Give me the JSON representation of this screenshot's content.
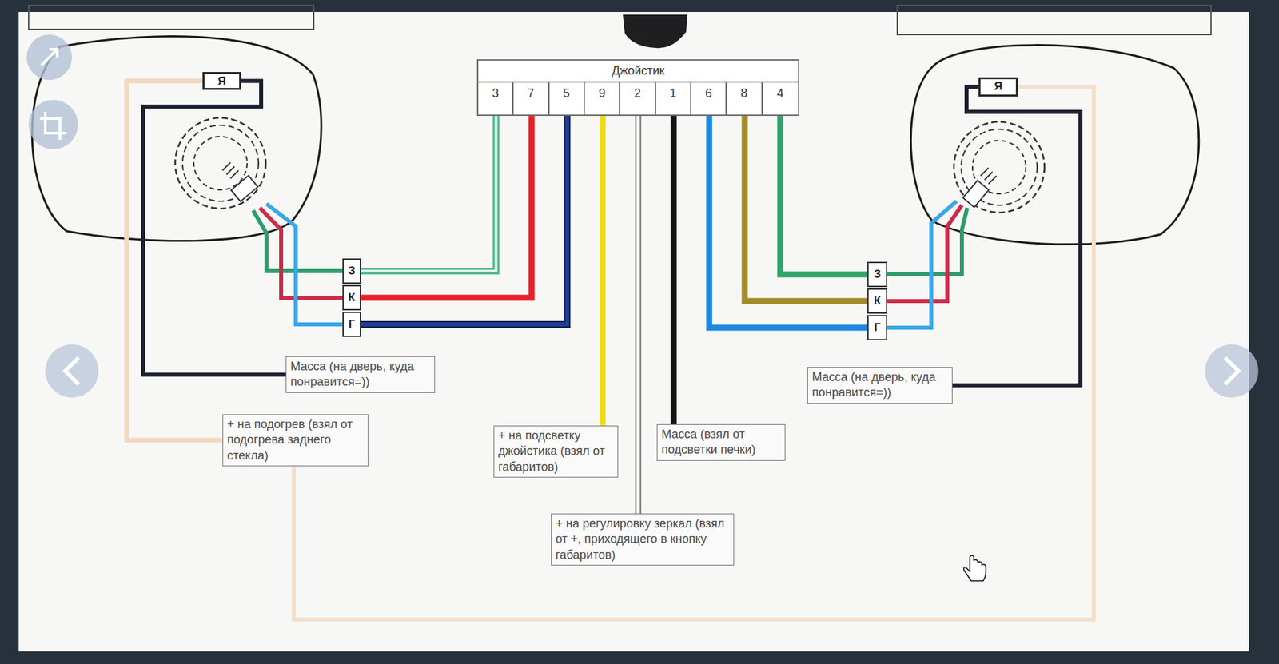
{
  "diagram": {
    "nodes": [
      {
        "text": [
          "Джойстик"
        ]
      },
      {
        "text": [
          "3"
        ],
        "in": 0
      },
      {
        "text": [
          "7"
        ],
        "in": 0
      },
      {
        "text": [
          "5"
        ],
        "in": 0
      },
      {
        "text": [
          "9"
        ],
        "in": 0
      },
      {
        "text": [
          "2"
        ],
        "in": 0
      },
      {
        "text": [
          "1"
        ],
        "in": 0
      },
      {
        "text": [
          "6"
        ],
        "in": 0
      },
      {
        "text": [
          "8"
        ],
        "in": 0
      },
      {
        "text": [
          "4"
        ],
        "in": 0
      },
      {
        "text": [
          "Я"
        ]
      },
      {
        "text": [
          "З"
        ]
      },
      {
        "text": [
          "К"
        ]
      },
      {
        "text": [
          "Г"
        ]
      },
      {
        "text": [
          "Я"
        ]
      },
      {
        "text": [
          "З"
        ]
      },
      {
        "text": [
          "К"
        ]
      },
      {
        "text": [
          "Г"
        ]
      },
      {
        "text": [
          "Масса (на дверь, куда понравится=))"
        ]
      },
      {
        "text": [
          "+ на подогрев (взял от подогрева заднего стекла)"
        ]
      },
      {
        "text": [
          "+ на подсветку джойстика (взял от габаритов)"
        ]
      },
      {
        "text": [
          "Масса (взял от подсветки печки)"
        ]
      },
      {
        "text": [
          "+ на регулировку зеркал (взял от +, приходящего в кнопку габаритов)"
        ]
      },
      {
        "text": [
          "Масса (на дверь, куда понравится=))"
        ]
      }
    ],
    "edges": [
      {
        "from": 1,
        "to": 11,
        "arrow": "none"
      },
      {
        "from": 2,
        "to": 12,
        "arrow": "none"
      },
      {
        "from": 3,
        "to": 13,
        "arrow": "none"
      },
      {
        "from": 4,
        "to": 20,
        "arrow": "none"
      },
      {
        "from": 5,
        "to": 22,
        "arrow": "none"
      },
      {
        "from": 6,
        "to": 21,
        "arrow": "none"
      },
      {
        "from": 7,
        "to": 17,
        "arrow": "none"
      },
      {
        "from": 8,
        "to": 16,
        "arrow": "none"
      },
      {
        "from": 9,
        "to": 15,
        "arrow": "none"
      },
      {
        "from": 10,
        "to": 18,
        "arrow": "none"
      },
      {
        "from": 10,
        "to": 19,
        "arrow": "none"
      },
      {
        "from": 14,
        "to": 23,
        "arrow": "none"
      },
      {
        "from": 14,
        "to": 19,
        "arrow": "none"
      }
    ]
  }
}
